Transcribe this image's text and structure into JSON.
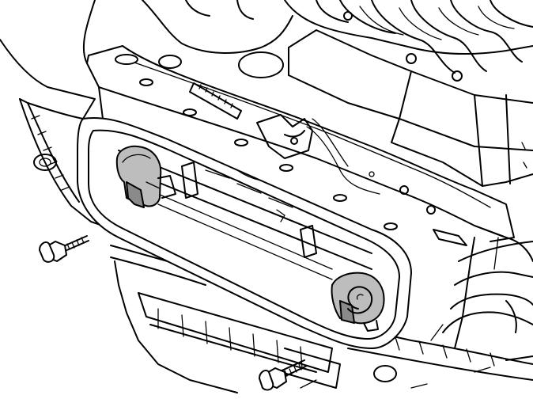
{
  "diagram": {
    "labels": [],
    "colors": {
      "line": "#000000",
      "background": "#ffffff",
      "highlight_fill": "#bdbdbd",
      "highlight_shade": "#8a8a8a"
    },
    "parts": [
      {
        "name": "horn-left",
        "highlighted": true
      },
      {
        "name": "horn-right",
        "highlighted": true
      },
      {
        "name": "bolt-left",
        "highlighted": false
      },
      {
        "name": "bolt-bottom",
        "highlighted": false
      },
      {
        "name": "front-carrier-panel",
        "highlighted": false
      },
      {
        "name": "bumper-cover",
        "highlighted": false
      },
      {
        "name": "engine-intake-manifold",
        "highlighted": false
      },
      {
        "name": "radiator-support-crossmember",
        "highlighted": false
      }
    ]
  }
}
